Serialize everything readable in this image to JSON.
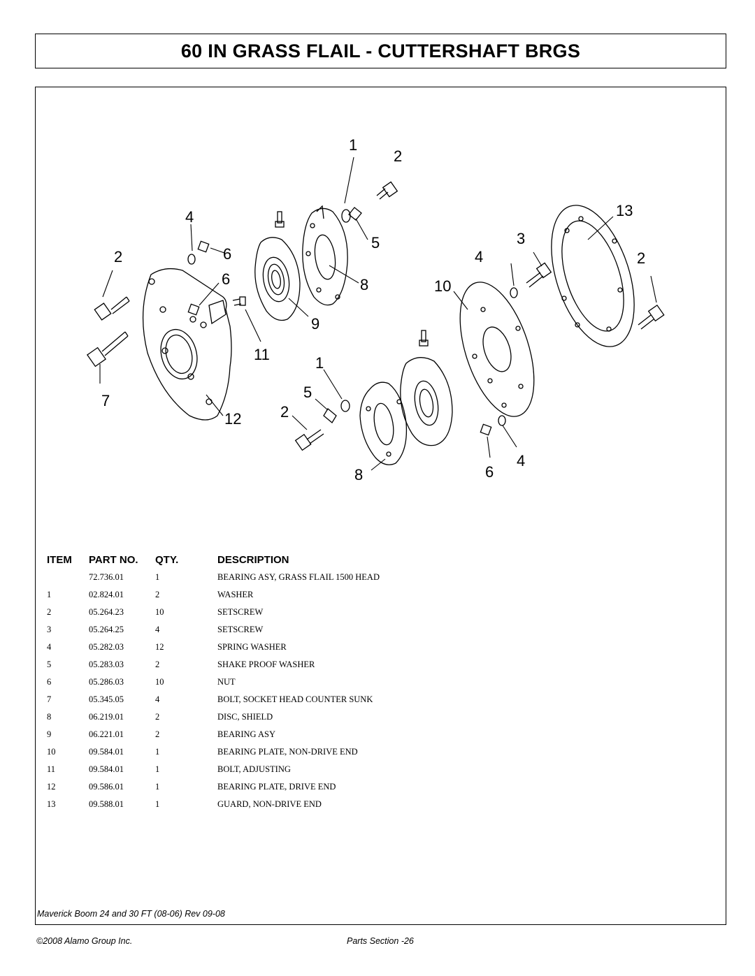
{
  "title": "60 IN GRASS FLAIL - CUTTERSHAFT BRGS",
  "callouts": [
    "1",
    "2",
    "13",
    "4",
    "5",
    "3",
    "4",
    "2",
    "2",
    "6",
    "6",
    "8",
    "10",
    "9",
    "11",
    "1",
    "7",
    "12",
    "5",
    "2",
    "6",
    "4",
    "8"
  ],
  "table": {
    "headers": {
      "item": "ITEM",
      "part": "PART NO.",
      "qty": "QTY.",
      "desc": "DESCRIPTION"
    },
    "rows": [
      {
        "item": "",
        "part": "72.736.01",
        "qty": "1",
        "desc": "BEARING ASY, GRASS FLAIL 1500 HEAD"
      },
      {
        "item": "1",
        "part": "02.824.01",
        "qty": "2",
        "desc": "WASHER"
      },
      {
        "item": "2",
        "part": "05.264.23",
        "qty": "10",
        "desc": "SETSCREW"
      },
      {
        "item": "3",
        "part": "05.264.25",
        "qty": "4",
        "desc": "SETSCREW"
      },
      {
        "item": "4",
        "part": "05.282.03",
        "qty": "12",
        "desc": "SPRING WASHER"
      },
      {
        "item": "5",
        "part": "05.283.03",
        "qty": "2",
        "desc": "SHAKE PROOF WASHER"
      },
      {
        "item": "6",
        "part": "05.286.03",
        "qty": "10",
        "desc": "NUT"
      },
      {
        "item": "7",
        "part": "05.345.05",
        "qty": "4",
        "desc": "BOLT, SOCKET HEAD COUNTER SUNK"
      },
      {
        "item": "8",
        "part": "06.219.01",
        "qty": "2",
        "desc": "DISC, SHIELD"
      },
      {
        "item": "9",
        "part": "06.221.01",
        "qty": "2",
        "desc": "BEARING ASY"
      },
      {
        "item": "10",
        "part": "09.584.01",
        "qty": "1",
        "desc": "BEARING PLATE, NON-DRIVE END"
      },
      {
        "item": "11",
        "part": "09.584.01",
        "qty": "1",
        "desc": "BOLT, ADJUSTING"
      },
      {
        "item": "12",
        "part": "09.586.01",
        "qty": "1",
        "desc": "BEARING PLATE, DRIVE END"
      },
      {
        "item": "13",
        "part": "09.588.01",
        "qty": "1",
        "desc": "GUARD, NON-DRIVE END"
      }
    ]
  },
  "footer": {
    "manual": "Maverick Boom 24 and 30 FT (08-06) Rev 09-08",
    "copyright": "©2008 Alamo Group Inc.",
    "section": "Parts Section -26"
  }
}
